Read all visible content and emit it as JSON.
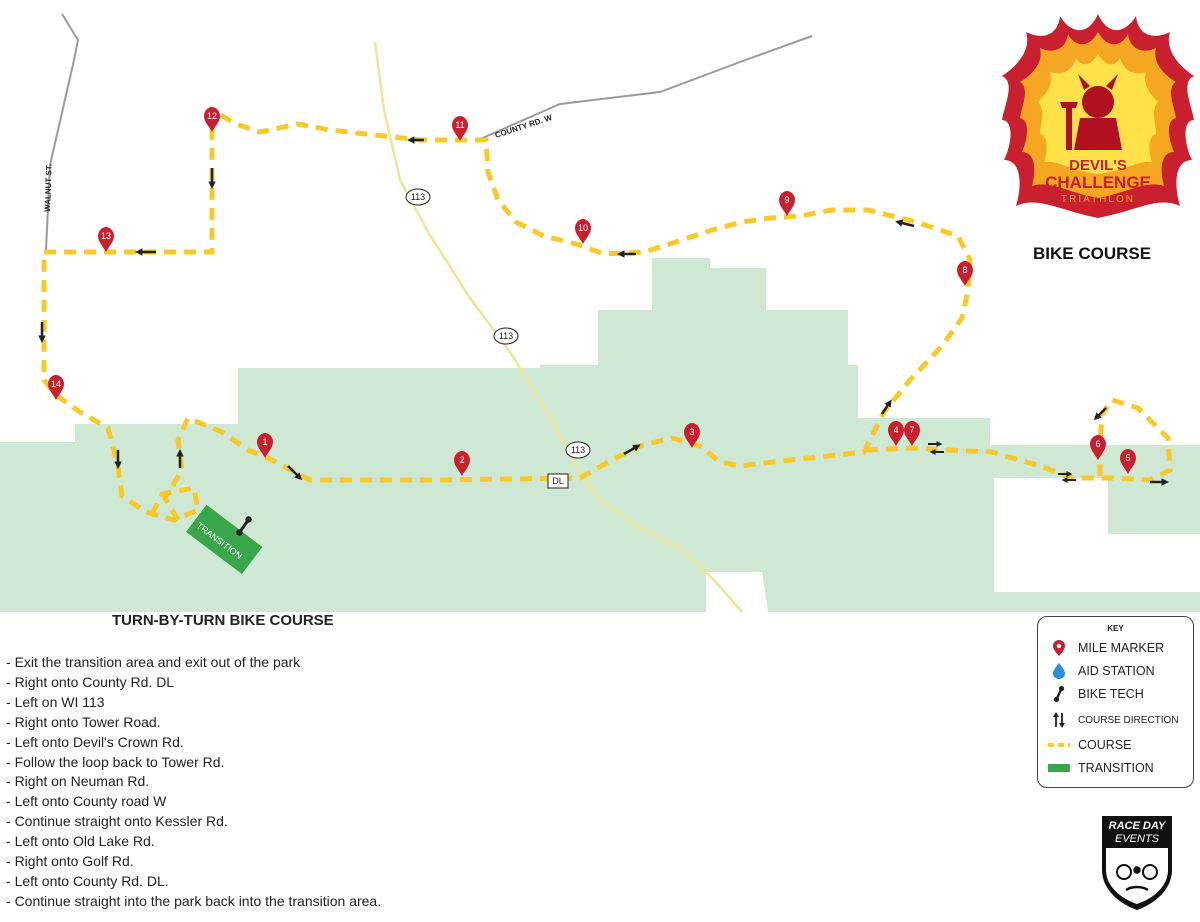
{
  "header": {
    "course_title": "BIKE COURSE"
  },
  "logo": {
    "line1": "DEVIL'S",
    "line2": "CHALLENGE",
    "line3": "TRIATHLON"
  },
  "map": {
    "road_labels": [
      {
        "id": "walnut",
        "text": "WALNUT ST."
      },
      {
        "id": "county_w",
        "text": "COUNTY RD. W"
      },
      {
        "id": "hwy_a",
        "text": "113"
      },
      {
        "id": "hwy_b",
        "text": "113"
      },
      {
        "id": "hwy_c",
        "text": "113"
      },
      {
        "id": "dl",
        "text": "DL"
      }
    ],
    "transition_label": "TRANSITION",
    "mile_markers": [
      "1",
      "2",
      "3",
      "4",
      "5",
      "6",
      "7",
      "8",
      "9",
      "10",
      "11",
      "12",
      "13",
      "14"
    ]
  },
  "turn_by_turn": {
    "title": "TURN-BY-TURN BIKE COURSE",
    "steps": [
      "Exit the transition area and exit out of the park",
      "Right onto County Rd. DL",
      "Left on WI 113",
      "Right onto Tower Road.",
      "Left onto Devil's Crown Rd.",
      "Follow the loop back to Tower Rd.",
      "Right on Neuman Rd.",
      "Left onto County road W",
      "Continue straight onto Kessler Rd.",
      "Left onto Old Lake Rd.",
      "Right onto Golf Rd.",
      "Left onto County Rd. DL.",
      "Continue straight into the park back into the transition area."
    ]
  },
  "key": {
    "title": "KEY",
    "items": [
      {
        "label": "MILE MARKER",
        "icon": "mile-marker-icon"
      },
      {
        "label": "AID STATION",
        "icon": "aid-station-icon"
      },
      {
        "label": "BIKE TECH",
        "icon": "bike-tech-icon"
      },
      {
        "label": "COURSE DIRECTION",
        "icon": "course-direction-icon"
      },
      {
        "label": "COURSE",
        "icon": "course-line-icon"
      },
      {
        "label": "TRANSITION",
        "icon": "transition-icon"
      }
    ]
  },
  "badge": {
    "line1": "RACE DAY",
    "line2": "EVENTS"
  },
  "colors": {
    "park_green": "#cfe8d3",
    "course_yellow": "#f7c92a",
    "marker_red": "#c8202e",
    "transition_green": "#3aa64a",
    "road_gray": "#9a9a9a",
    "road_yellow": "#eee49a",
    "aid_blue": "#2e8fd8"
  }
}
